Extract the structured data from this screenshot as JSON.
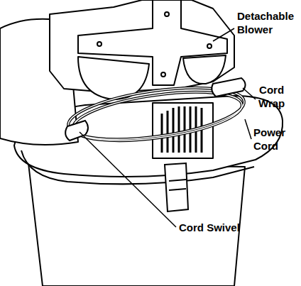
{
  "diagram": {
    "labels": [
      "Detachable Blower",
      "Cord Wrap",
      "Power Cord",
      "Cord Swivel"
    ]
  }
}
